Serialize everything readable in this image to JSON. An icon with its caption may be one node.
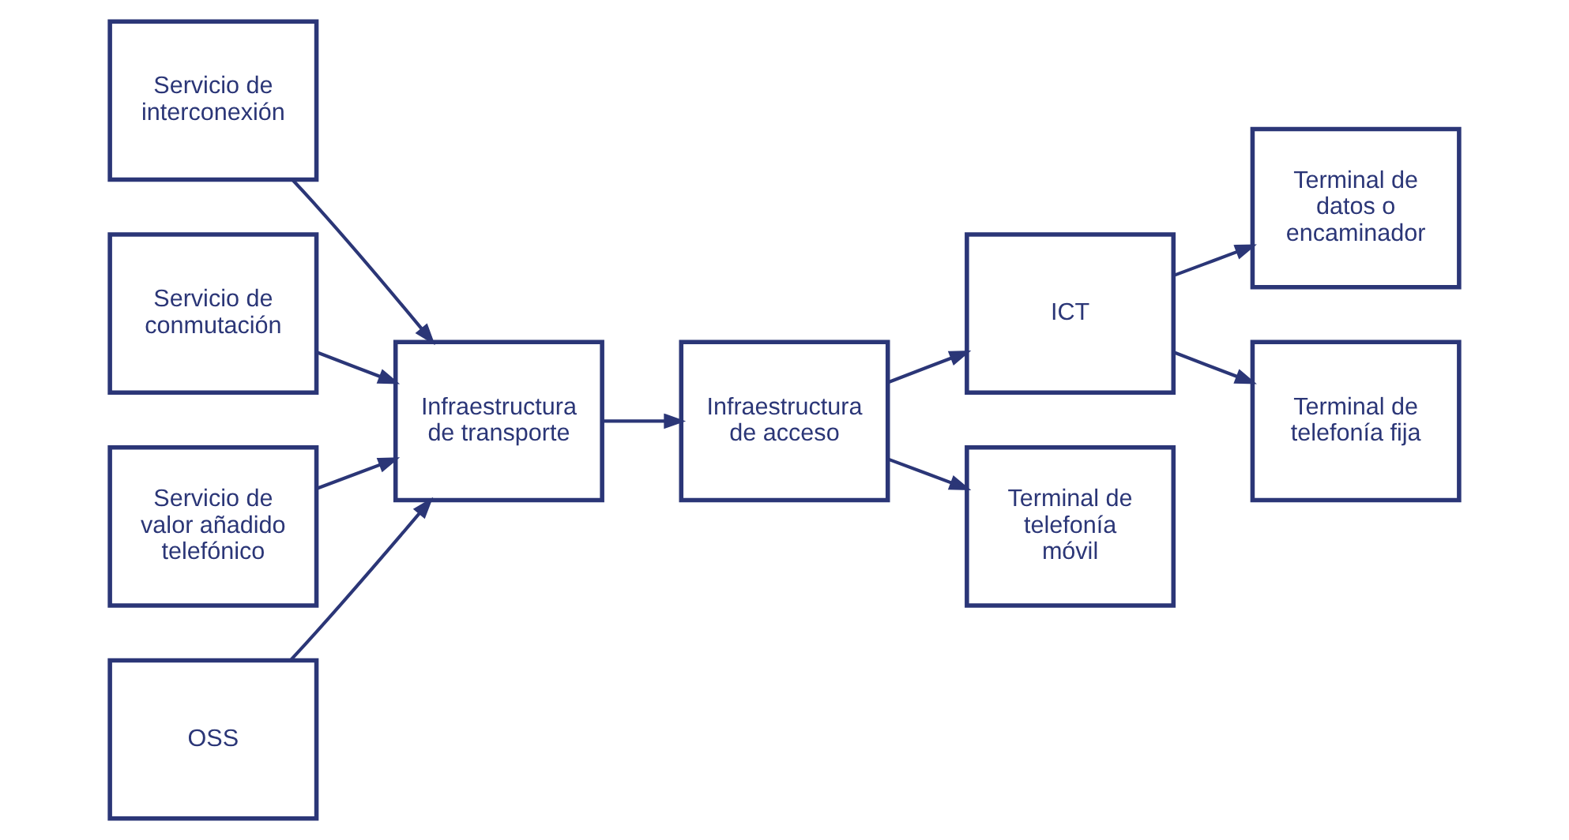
{
  "diagram": {
    "nodes": [
      {
        "text": [
          "Servicio de interconexión"
        ]
      },
      {
        "text": [
          "Servicio de conmutación"
        ]
      },
      {
        "text": [
          "Servicio de valor añadido telefónico"
        ]
      },
      {
        "text": [
          "OSS"
        ]
      },
      {
        "text": [
          "Infraestructura de transporte"
        ]
      },
      {
        "text": [
          "Infraestructura de acceso"
        ]
      },
      {
        "text": [
          "ICT"
        ]
      },
      {
        "text": [
          "Terminal de datos o encaminador"
        ]
      },
      {
        "text": [
          "Terminal de telefonía fija"
        ]
      },
      {
        "text": [
          "Terminal de telefonía móvil"
        ]
      }
    ],
    "edges": [
      {
        "from": 0,
        "to": 4,
        "arrow": "to"
      },
      {
        "from": 1,
        "to": 4,
        "arrow": "to"
      },
      {
        "from": 2,
        "to": 4,
        "arrow": "to"
      },
      {
        "from": 3,
        "to": 4,
        "arrow": "to"
      },
      {
        "from": 4,
        "to": 5,
        "arrow": "to"
      },
      {
        "from": 5,
        "to": 6,
        "arrow": "to"
      },
      {
        "from": 5,
        "to": 9,
        "arrow": "to"
      },
      {
        "from": 6,
        "to": 7,
        "arrow": "to"
      },
      {
        "from": 6,
        "to": 8,
        "arrow": "to"
      }
    ]
  }
}
